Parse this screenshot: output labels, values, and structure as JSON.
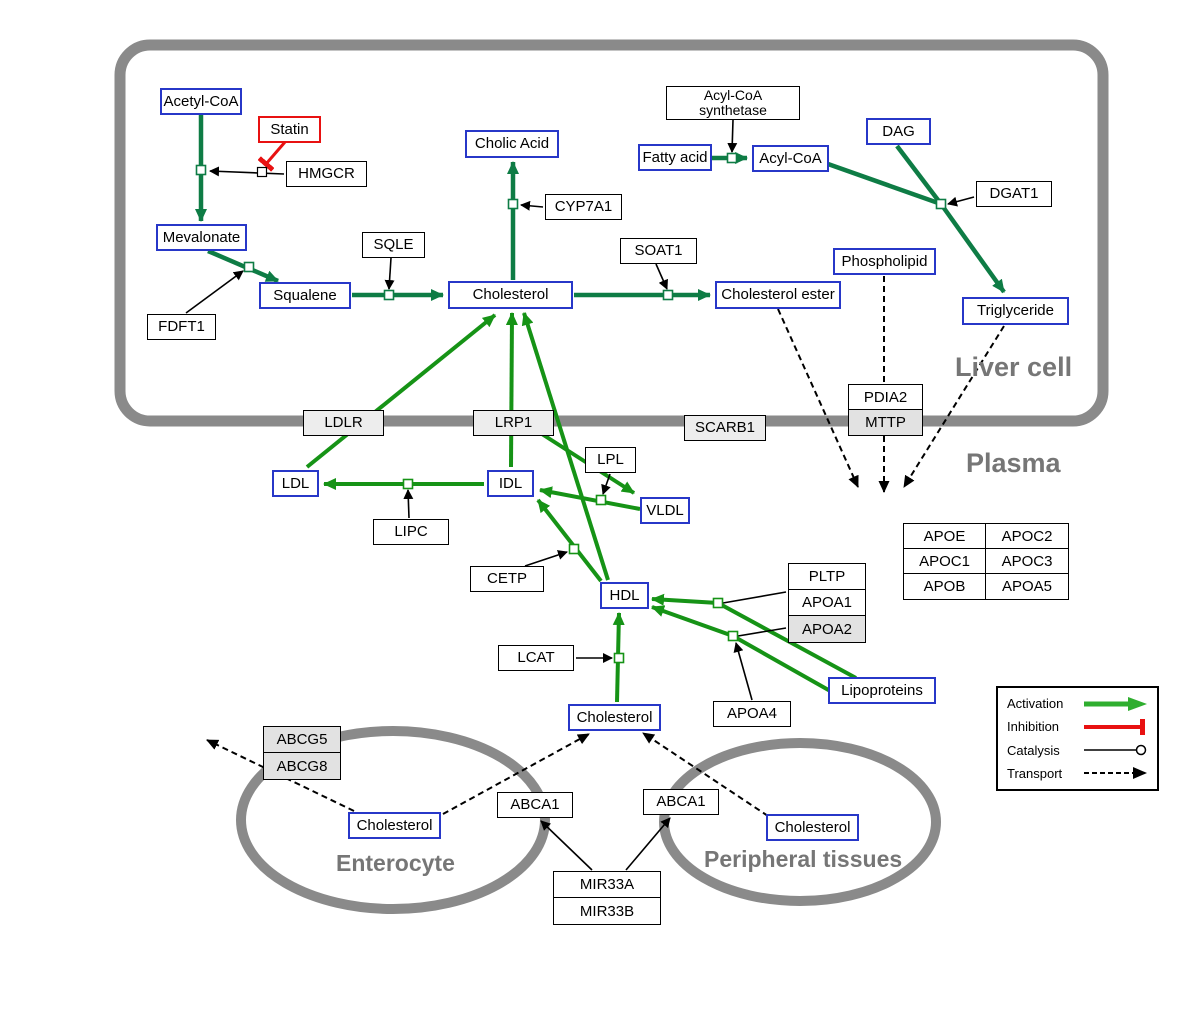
{
  "regions": {
    "liver_label": "Liver cell",
    "plasma_label": "Plasma",
    "enterocyte_label": "Enterocyte",
    "peripheral_label": "Peripheral tissues"
  },
  "legend": {
    "activation": "Activation",
    "inhibition": "Inhibition",
    "catalysis": "Catalysis",
    "transport": "Transport"
  },
  "colors": {
    "metabolite_border": "#2737c8",
    "inhibition_red": "#e81111",
    "conversion_green": "#0e7c45",
    "activation_green": "#169316",
    "legend_green": "#2fae2f",
    "membrane_gray": "#8a8a8a",
    "compartment_label_gray": "#767676"
  },
  "metabolites": {
    "acetyl_coa": "Acetyl-CoA",
    "mevalonate": "Mevalonate",
    "squalene": "Squalene",
    "cholic_acid": "Cholic Acid",
    "cholesterol_liver": "Cholesterol",
    "cholesterol_ester": "Cholesterol ester",
    "fatty_acid": "Fatty acid",
    "acyl_coa": "Acyl-CoA",
    "dag": "DAG",
    "phospholipid": "Phospholipid",
    "triglyceride": "Triglyceride",
    "ldl": "LDL",
    "idl": "IDL",
    "vldl": "VLDL",
    "hdl": "HDL",
    "lipoproteins": "Lipoproteins",
    "cholesterol_plasma": "Cholesterol",
    "cholesterol_enterocyte": "Cholesterol",
    "cholesterol_peripheral": "Cholesterol"
  },
  "proteins": {
    "statin": "Statin",
    "hmgcr": "HMGCR",
    "fdft1": "FDFT1",
    "sqle": "SQLE",
    "cyp7a1": "CYP7A1",
    "soat1": "SOAT1",
    "acyl_coa_synthetase_line1": "Acyl-CoA",
    "acyl_coa_synthetase_line2": "synthetase",
    "dgat1": "DGAT1",
    "ldlr": "LDLR",
    "lrp1": "LRP1",
    "scarb1": "SCARB1",
    "pdia2": "PDIA2",
    "mttp": "MTTP",
    "lipc": "LIPC",
    "lpl": "LPL",
    "cetp": "CETP",
    "lcat": "LCAT",
    "pltp": "PLTP",
    "apoa1": "APOA1",
    "apoa2": "APOA2",
    "apoa4": "APOA4",
    "apoe": "APOE",
    "apoc2": "APOC2",
    "apoc1": "APOC1",
    "apoc3": "APOC3",
    "apob": "APOB",
    "apoa5": "APOA5",
    "abcg5": "ABCG5",
    "abcg8": "ABCG8",
    "abca1_enterocyte": "ABCA1",
    "abca1_peripheral": "ABCA1",
    "mir33a": "MIR33A",
    "mir33b": "MIR33B"
  }
}
